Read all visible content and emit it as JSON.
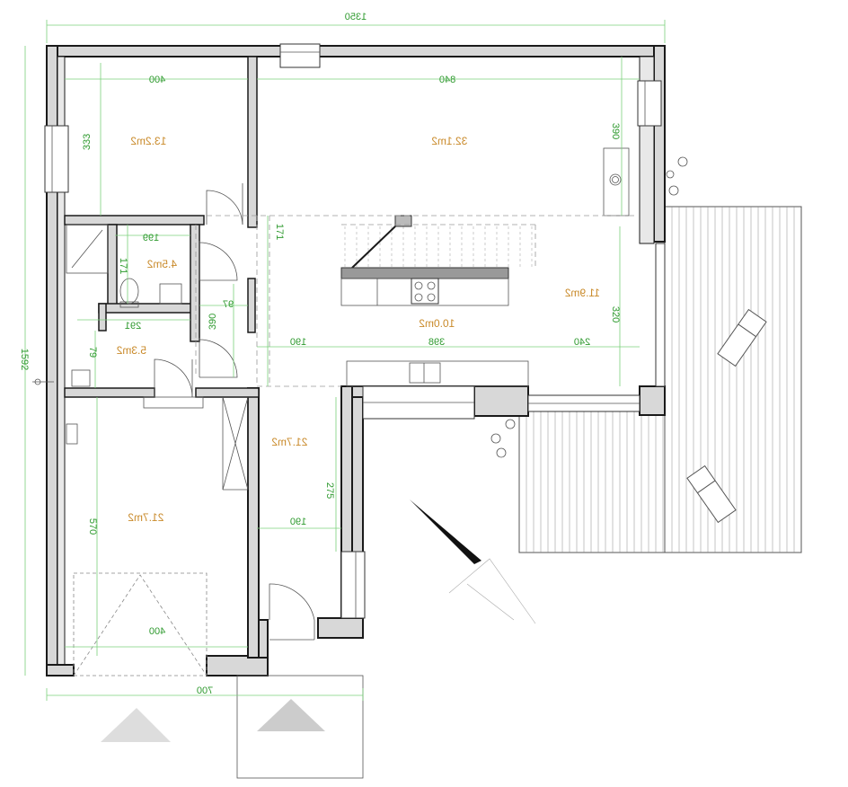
{
  "dimensions": {
    "total_width": "1350",
    "total_height": "1592",
    "room_top_left_width": "400",
    "room_top_right_width": "840",
    "room_top_left_height": "333",
    "right_window_height": "390",
    "stair_height": "171",
    "bath_width": "199",
    "bath_height": "171",
    "wc_width": "291",
    "wc_height": "79",
    "hall_small_width": "97",
    "hall_small_height": "390",
    "hall_width_1": "190",
    "kitchen_width": "398",
    "dining_width": "240",
    "dining_height": "320",
    "corridor_height": "275",
    "corridor_width": "190",
    "garage_width": "400",
    "garage_height": "570",
    "bottom_width": "700"
  },
  "areas": {
    "bedroom": "13.2m2",
    "living": "32.1m2",
    "bath": "4.5m2",
    "wc": "5.3m2",
    "kitchen": "10.0m2",
    "dining": "11.9m2",
    "hall": "21.7m2",
    "garage": "21.7m2"
  }
}
